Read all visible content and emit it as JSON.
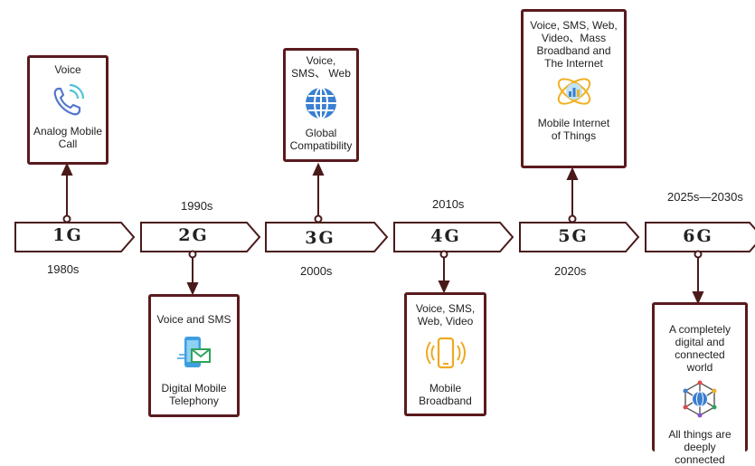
{
  "colors": {
    "border": "#5a1a1e",
    "arrow": "#4a1a1a"
  },
  "generations": [
    {
      "label": "1G",
      "year": "1980s",
      "card_lines": [
        "Voice",
        "Analog Mobile Call"
      ],
      "icon": "phone-call-icon"
    },
    {
      "label": "2G",
      "year": "1990s",
      "card_lines": [
        "Voice and SMS",
        "Digital Mobile Telephony"
      ],
      "icon": "phone-message-icon"
    },
    {
      "label": "3G",
      "year": "2000s",
      "card_lines": [
        "Voice, SMS、 Web",
        "Global Compatibility"
      ],
      "icon": "globe-icon"
    },
    {
      "label": "4G",
      "year": "2010s",
      "card_lines": [
        "Voice, SMS, Web, Video",
        "Mobile Broadband"
      ],
      "icon": "smartphone-icon"
    },
    {
      "label": "5G",
      "year": "2020s",
      "card_lines": [
        "Voice, SMS, Web, Video、Mass Broadband and The Internet",
        "Mobile Internet of Things"
      ],
      "icon": "iot-orbit-icon"
    },
    {
      "label": "6G",
      "year": "2025s—2030s",
      "card_lines": [
        "A completely digital and connected world",
        "All things are deeply connected"
      ],
      "icon": "network-globe-icon"
    }
  ]
}
